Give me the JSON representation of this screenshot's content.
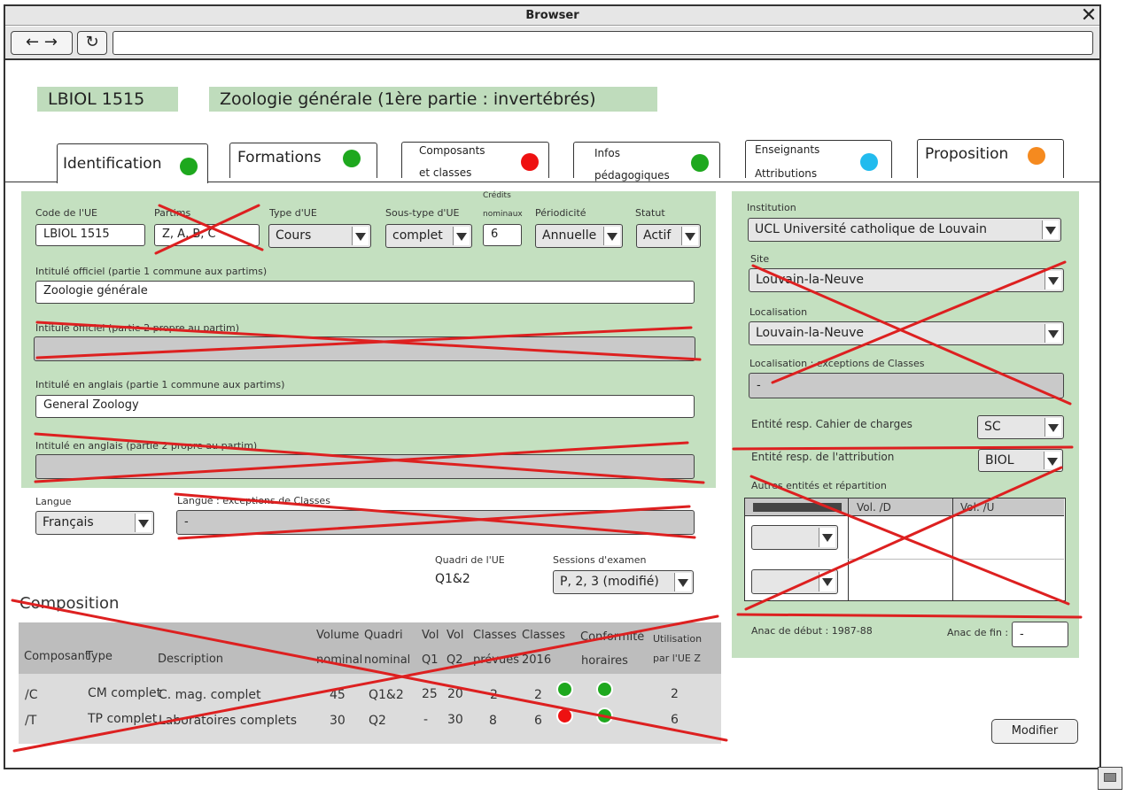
{
  "browser": {
    "title": "Browser",
    "back": "←",
    "forward": "→",
    "reload": "↻",
    "close": "✕",
    "url": ""
  },
  "header": {
    "code": "LBIOL 1515",
    "title": "Zoologie générale (1ère partie : invertébrés)"
  },
  "tabs": [
    {
      "label": "Identification",
      "dot_color": "#1ea81e"
    },
    {
      "label": "Formations",
      "dot_color": "#1ea81e"
    },
    {
      "label_line1": "Composants",
      "label_line2": "et classes",
      "dot_color": "#ee1111"
    },
    {
      "label_line1": "Infos",
      "label_line2": "pédagogiques",
      "dot_color": "#1ea81e"
    },
    {
      "label_line1": "Enseignants",
      "label_line2": "Attributions",
      "dot_color": "#22bbee"
    },
    {
      "label": "Proposition",
      "dot_color": "#f58a1f"
    }
  ],
  "ident": {
    "code_label": "Code de l'UE",
    "code_value": "LBIOL 1515",
    "partims_label": "Partims",
    "partims_value": "Z, A, B, C",
    "type_label": "Type d'UE",
    "type_value": "Cours",
    "subtype_label": "Sous-type d'UE",
    "subtype_value": "complet",
    "credits_label1": "Crédits",
    "credits_label2": "nominaux",
    "credits_value": "6",
    "period_label": "Périodicité",
    "period_value": "Annuelle",
    "status_label": "Statut",
    "status_value": "Actif",
    "title1_label": "Intitulé officiel (partie 1 commune aux partims)",
    "title1_value": "Zoologie générale",
    "title2_label": "Intitulé officiel (partie 2 propre au partim)",
    "en1_label": "Intitulé en anglais (partie 1 commune aux partims)",
    "en1_value": "General Zoology",
    "en2_label": "Intitulé en anglais (partie 2 propre au partim)",
    "lang_label": "Langue",
    "lang_value": "Français",
    "lang_exc_label": "Langue : exceptions de Classes",
    "lang_exc_value": "-",
    "quadri_label": "Quadri de l'UE",
    "quadri_value": "Q1&2",
    "sessions_label": "Sessions d'examen",
    "sessions_value": "P, 2, 3 (modifié)"
  },
  "side": {
    "inst_label": "Institution",
    "inst_value": "UCL Université catholique de Louvain",
    "site_label": "Site",
    "site_value": "Louvain-la-Neuve",
    "loc_label": "Localisation",
    "loc_value": "Louvain-la-Neuve",
    "locexc_label": "Localisation : exceptions de Classes",
    "locexc_value": "-",
    "charges_label": "Entité resp. Cahier de charges",
    "charges_value": "SC",
    "attr_label": "Entité resp. de l'attribution",
    "attr_value": "BIOL",
    "others_label": "Autres entités et répartition",
    "col_vold": "Vol. /D",
    "col_volu": "Vol. /U",
    "start_label": "Anac de début : 1987-88",
    "end_label": "Anac de fin :",
    "end_value": "-"
  },
  "composition": {
    "title": "Composition",
    "headers": {
      "composant": "Composant",
      "type": "Type",
      "description": "Description",
      "vol1": "Volume",
      "vol2": "nominal",
      "quadri1": "Quadri",
      "quadri2": "nominal",
      "q1a": "Vol",
      "q1b": "Q1",
      "q2a": "Vol",
      "q2b": "Q2",
      "cp1": "Classes",
      "cp2": "prévues",
      "c16a": "Classes",
      "c16b": "2016",
      "conf1": "Conformité",
      "conf2": "horaires",
      "util1": "Utilisation",
      "util2": "par l'UE Z"
    },
    "rows": [
      {
        "composant": "/C",
        "type": "CM complet",
        "description": "C. mag. complet",
        "volume": "45",
        "quadri": "Q1&2",
        "vq1": "25",
        "vq2": "20",
        "prevues": "2",
        "c2016": "2",
        "dot1": "#1ea81e",
        "dot2": "#1ea81e",
        "util": "2"
      },
      {
        "composant": "/T",
        "type": "TP complet",
        "description": "Laboratoires complets",
        "volume": "30",
        "quadri": "Q2",
        "vq1": "-",
        "vq2": "30",
        "prevues": "8",
        "c2016": "6",
        "dot1": "#ee1111",
        "dot2": "#1ea81e",
        "util": "6"
      }
    ]
  },
  "actions": {
    "modify": "Modifier"
  }
}
